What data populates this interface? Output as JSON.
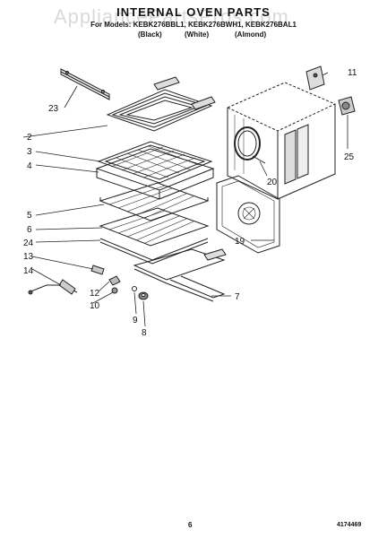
{
  "header": {
    "watermark": "AppliancePartsPros.com",
    "title": "INTERNAL OVEN PARTS",
    "subtitle": "For Models: KEBK276BBL1, KEBK276BWH1, KEBK276BAL1",
    "color_black": "(Black)",
    "color_white": "(White)",
    "color_almond": "(Almond)"
  },
  "callouts": {
    "c23": "23",
    "c2": "2",
    "c3": "3",
    "c4": "4",
    "c5": "5",
    "c6": "6",
    "c24": "24",
    "c13": "13",
    "c14": "14",
    "c12": "12",
    "c10": "10",
    "c9": "9",
    "c8": "8",
    "c7": "7",
    "c19": "19",
    "c20": "20",
    "c11": "11",
    "c25": "25"
  },
  "footer": {
    "page_number": "6",
    "part_code": "4174469"
  }
}
